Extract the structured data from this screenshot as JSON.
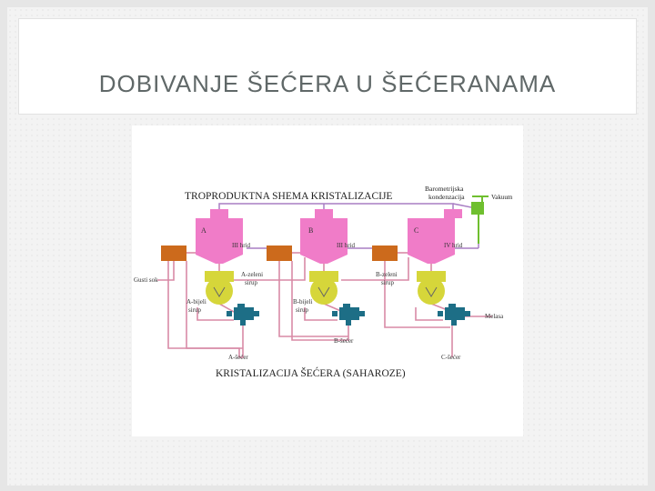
{
  "slide": {
    "title": "DOBIVANJE ŠEĆERA U ŠEĆERANAMA"
  },
  "diagram": {
    "header": "TROPRODUKTNA SHEMA KRISTALIZACIJE",
    "footer": "KRISTALIZACIJA ŠEĆERA (SAHAROZE)",
    "condenser_label_1": "Barometrijska",
    "condenser_label_2": "kondenzacija",
    "vacuum_label": "Vakuum",
    "pan_a": "A",
    "pan_b": "B",
    "pan_c": "C",
    "vapor_a": "III hrid",
    "vapor_b": "III hrid",
    "vapor_c": "IV hrid",
    "feed_label": "Gusti sok",
    "a_green_syrup_1": "A-zeleni",
    "a_green_syrup_2": "sirup",
    "b_green_syrup_1": "B-zeleni",
    "b_green_syrup_2": "sirup",
    "a_white_syrup_1": "A-bijeli",
    "a_white_syrup_2": "sirup",
    "b_white_syrup_1": "B-bijeli",
    "b_white_syrup_2": "sirup",
    "molasses_label": "Melasa",
    "b_sugar_label": "B-šećer",
    "a_sugar_label": "A-šećer",
    "c_sugar_label": "C-šećer",
    "colors": {
      "pan": "#f07cc8",
      "crystallizer": "#d6d63a",
      "centrifuge": "#1d6e86",
      "melter": "#cc6a1c",
      "pipe": "#d88aa6",
      "condenser": "#6fbf2f",
      "vapor_line": "#a97fc4"
    }
  }
}
